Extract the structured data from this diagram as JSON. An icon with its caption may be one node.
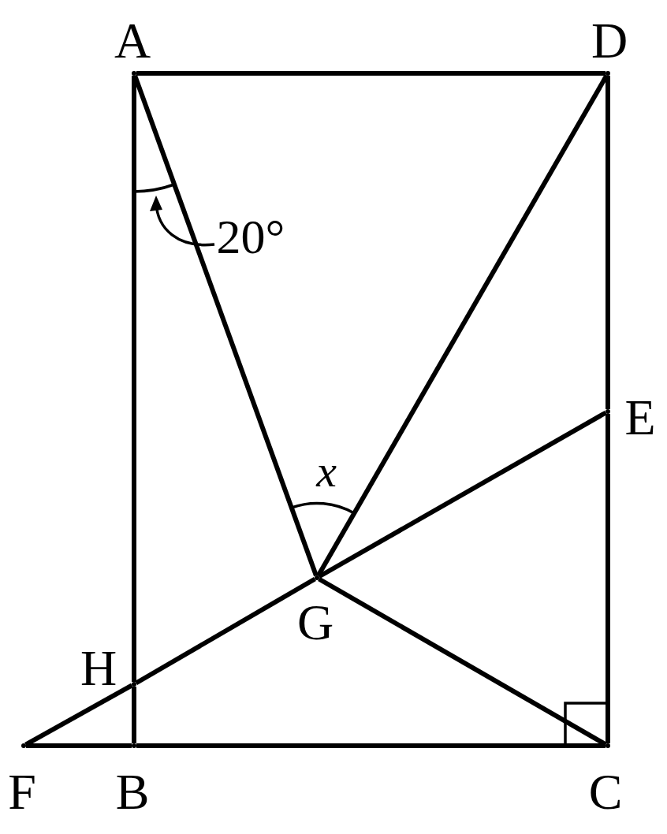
{
  "diagram": {
    "nodes": [
      {
        "text": [],
        "shape": "point",
        "beside": [
          "A"
        ]
      },
      {
        "text": [],
        "shape": "point",
        "beside": [
          "D"
        ]
      },
      {
        "text": [],
        "shape": "point",
        "beside": [
          "E"
        ]
      },
      {
        "text": [],
        "shape": "point",
        "beside": [
          "G"
        ]
      },
      {
        "text": [],
        "shape": "point",
        "beside": [
          "H"
        ]
      },
      {
        "text": [],
        "shape": "point",
        "beside": [
          "F"
        ]
      },
      {
        "text": [],
        "shape": "point",
        "beside": [
          "B"
        ]
      },
      {
        "text": [],
        "shape": "point",
        "beside": [
          "C"
        ]
      }
    ],
    "edges": [
      {
        "from": 0,
        "to": 1,
        "arrow": "none"
      },
      {
        "from": 1,
        "to": 2,
        "arrow": "none"
      },
      {
        "from": 2,
        "to": 7,
        "arrow": "none"
      },
      {
        "from": 7,
        "to": 6,
        "arrow": "none"
      },
      {
        "from": 6,
        "to": 4,
        "arrow": "none"
      },
      {
        "from": 4,
        "to": 0,
        "arrow": "none"
      },
      {
        "from": 0,
        "to": 3,
        "arrow": "none"
      },
      {
        "from": 1,
        "to": 3,
        "arrow": "none"
      },
      {
        "from": 3,
        "to": 7,
        "arrow": "none"
      },
      {
        "from": 5,
        "to": 6,
        "arrow": "none"
      },
      {
        "from": 5,
        "to": 4,
        "arrow": "none"
      },
      {
        "from": 4,
        "to": 3,
        "arrow": "none"
      },
      {
        "from": 3,
        "to": 2,
        "arrow": "none"
      }
    ],
    "labels": [
      "20°",
      "x"
    ]
  }
}
